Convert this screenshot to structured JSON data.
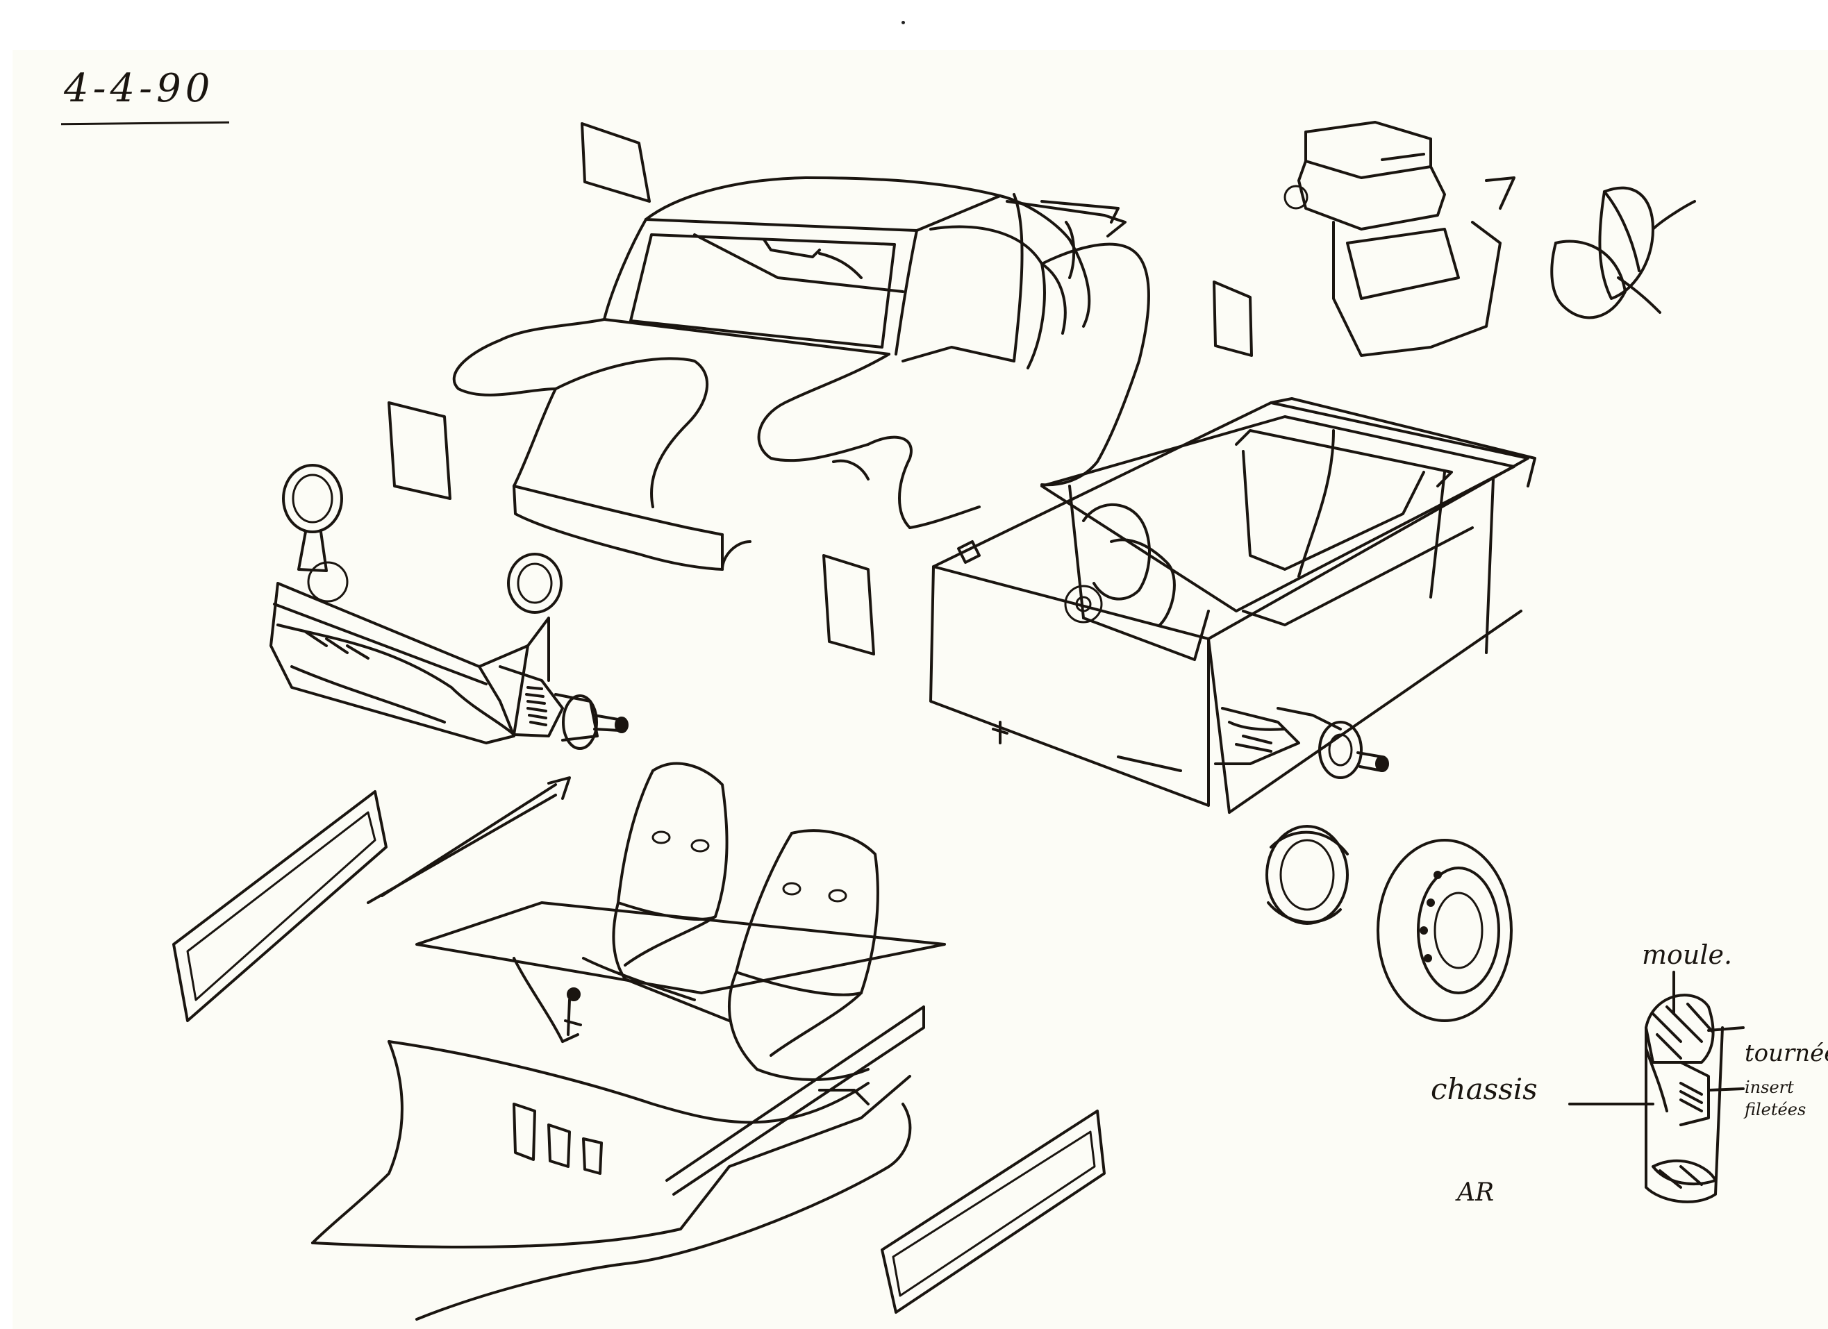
{
  "sketch": {
    "date": "4-4-90",
    "labels": {
      "top_right": "moule.",
      "right_upper": "tournée",
      "right_mid_1": "insert",
      "right_mid_2": "filetées",
      "left_1": "chassis",
      "left_2": "AR"
    }
  }
}
